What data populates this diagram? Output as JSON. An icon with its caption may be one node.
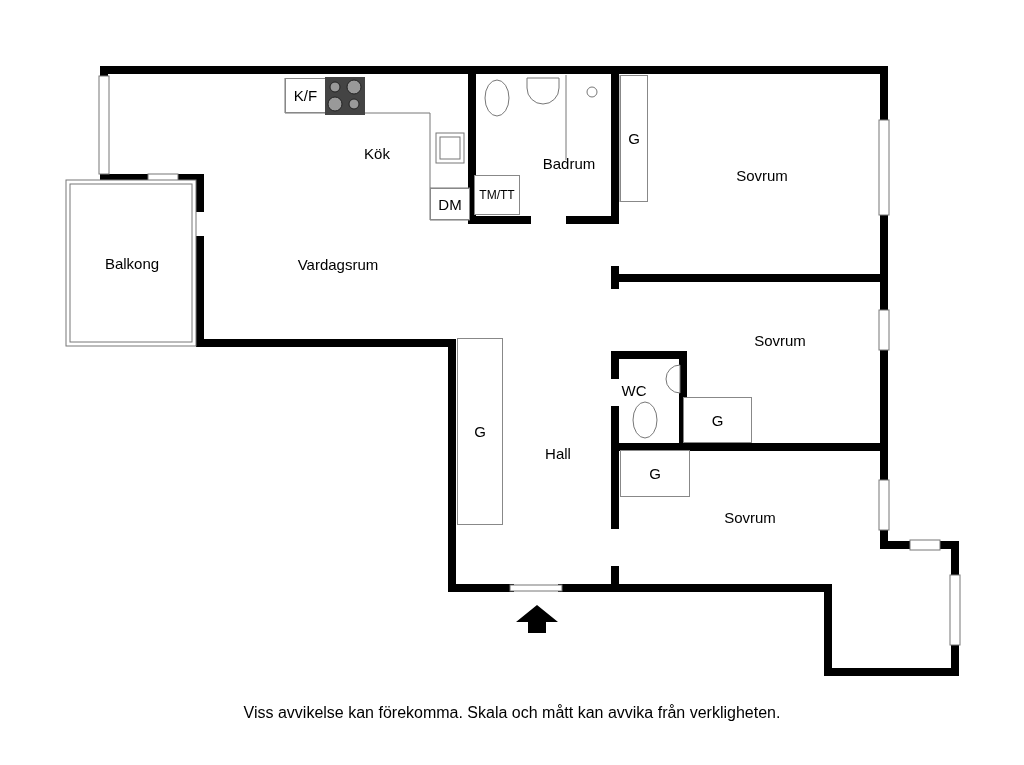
{
  "diagram": {
    "caption": "Viss avvikelse kan förekomma. Skala och mått kan avvika från verkligheten.",
    "nodes": [
      {
        "text": [
          "K/F"
        ]
      },
      {
        "text": [
          "G"
        ]
      },
      {
        "text": [
          "TM/TT"
        ]
      },
      {
        "text": [
          "DM"
        ]
      },
      {
        "text": [
          "G"
        ]
      },
      {
        "text": [
          "G"
        ]
      },
      {
        "text": [
          "G"
        ]
      }
    ],
    "labels": [
      "Kök",
      "Badrum",
      "Sovrum",
      "Balkong",
      "Vardagsrum",
      "Sovrum",
      "WC",
      "Hall",
      "Sovrum"
    ]
  }
}
